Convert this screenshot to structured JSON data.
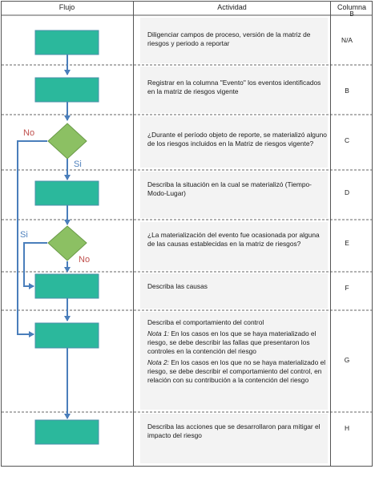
{
  "header": {
    "flujo": "Flujo",
    "actividad": "Actividad",
    "columna": "Columna"
  },
  "header_extra_b": "B",
  "rows": [
    {
      "text": "Diligenciar campos de proceso, versión de la matriz de riesgos y periodo a reportar",
      "col": "N/A"
    },
    {
      "text": "Registrar en la columna \"Evento\" los eventos identificados en la matriz de riesgos vigente",
      "col": "B"
    },
    {
      "text": "¿Durante el período objeto de reporte, se materializó alguno de los riesgos incluidos en la Matriz de riesgos vigente?",
      "col": "C"
    },
    {
      "text": "Describa la situación en la cual se materializó (Tiempo-Modo-Lugar)",
      "col": "D"
    },
    {
      "text": "¿La materialización del evento fue ocasionada por alguna de las causas establecidas en la matriz de riesgos?",
      "col": "E"
    },
    {
      "text": "Describa las causas",
      "col": "F"
    },
    {
      "text": "Describa el comportamiento del control",
      "col": "G",
      "note1_label": "Nota 1:",
      "note1": "En los casos en los que se haya materializado el riesgo, se debe describir las fallas que presentaron los controles en la contención del riesgo",
      "note2_label": "Nota 2:",
      "note2": "En los casos en los que no se haya materializado el riesgo, se debe describir el comportamiento del control, en relación con su contribución a la contención del riesgo"
    },
    {
      "text": "Describa las acciones que se desarrollaron para mitigar el impacto del riesgo",
      "col": "H"
    }
  ],
  "decision_labels": {
    "d1_no": "No",
    "d1_si": "Si",
    "d2_si": "Si",
    "d2_no": "No"
  },
  "colors": {
    "process_fill": "#2bb89c",
    "decision_fill": "#8cc063",
    "arrow": "#4a7ebb",
    "no_label": "#c0504d",
    "si_label": "#4f81bd"
  }
}
